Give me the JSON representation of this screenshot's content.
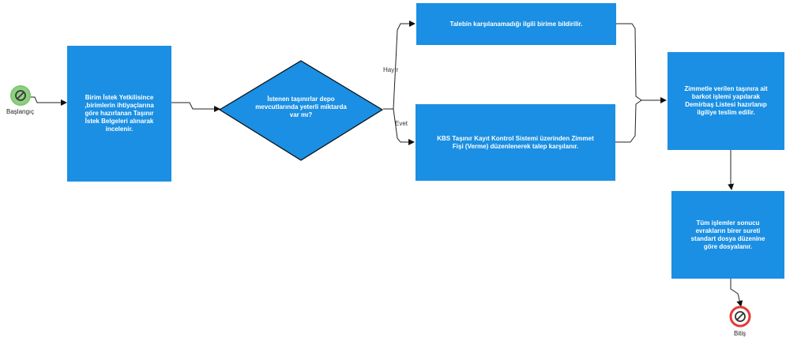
{
  "diagram": {
    "start": {
      "label": "Başlangıç"
    },
    "end": {
      "label": "Bitiş"
    },
    "steps": {
      "review": "Birim İstek Yetkilisince ,birimlerin ihtiyaçlarına göre hazırlanan Taşınır İstek Belgeleri alınarak incelenir.",
      "decision": "İstenen taşınırlar depo mevcutlarında yeterli miktarda var mı?",
      "notify": "Talebin karşılanamadığı ilgili birime bildirilir.",
      "kbs": "KBS Taşınır Kayıt Kontrol Sistemi üzerinden Zimmet Fişi (Verme) düzenlenerek talep karşılanır.",
      "barcode": "Zimmetle verilen taşınıra ait barkot işlemi yapılarak Demirbaş Listesi hazırlanıp ilgiliye teslim edilir.",
      "archive": "Tüm işlemler sonucu evrakların birer sureti standart dosya düzenine göre dosyalanır."
    },
    "edges": {
      "no": "Hayır",
      "yes": "Evet"
    },
    "colors": {
      "box": "#1a8fe3",
      "start": "#8ed081",
      "end": "#e53935"
    }
  }
}
